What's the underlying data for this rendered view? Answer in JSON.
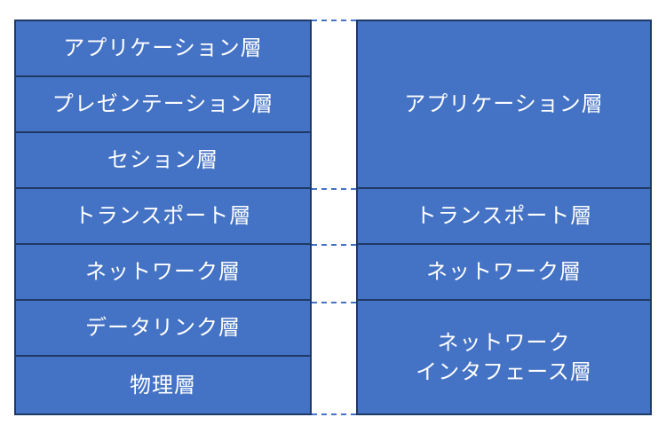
{
  "osi_model": {
    "layers": [
      "アプリケーション層",
      "プレゼンテーション層",
      "セション層",
      "トランスポート層",
      "ネットワーク層",
      "データリンク層",
      "物理層"
    ]
  },
  "tcpip_model": {
    "layers": [
      "アプリケーション層",
      "トランスポート層",
      "ネットワーク層",
      "ネットワーク\nインタフェース層"
    ]
  },
  "colors": {
    "box_fill": "#4472c4",
    "box_border": "#1f3864",
    "text": "#ffffff",
    "connector": "#4472c4"
  }
}
